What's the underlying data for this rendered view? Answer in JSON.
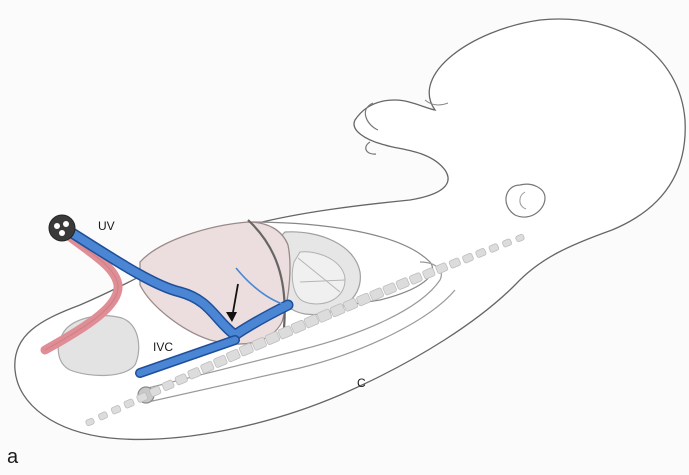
{
  "labels": {
    "umbilical_vein": "UV",
    "inferior_vena_cava": "IVC",
    "c": "C",
    "panel": "a"
  },
  "colors": {
    "vein_blue": "#3b78c8",
    "vein_blue_dark": "#1f4f9a",
    "artery_pink": "#e08e96",
    "liver_pink": "#ecdede",
    "organ_gray": "#e3e3e3",
    "outline": "#555555"
  }
}
